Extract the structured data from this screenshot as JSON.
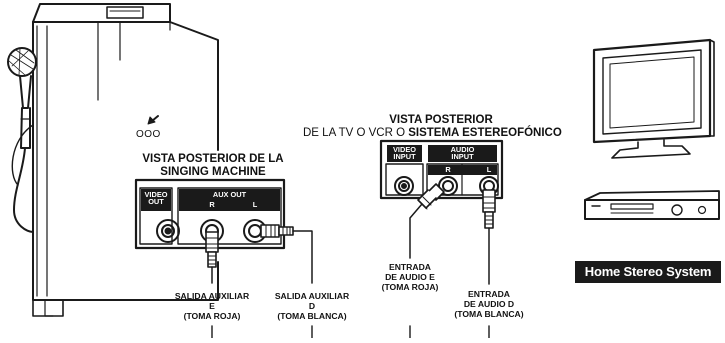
{
  "machine": {
    "title_line1": "VISTA POSTERIOR DE LA",
    "title_line2": "SINGING MACHINE",
    "ports_glyph": "OOO",
    "panel": {
      "video_out_line1": "VIDEO",
      "video_out_line2": "OUT",
      "aux_out": "AUX OUT",
      "right": "R",
      "left": "L"
    }
  },
  "tv": {
    "title_line1": "VISTA POSTERIOR",
    "title_line2_prefix": "DE LA TV O VCR O",
    "title_line2_bold": "SISTEMA ESTEREOFÓNICO",
    "panel": {
      "video_input_line1": "VIDEO",
      "video_input_line2": "INPUT",
      "audio_input_line1": "AUDIO",
      "audio_input_line2": "INPUT",
      "right": "R",
      "left": "L"
    }
  },
  "callouts": {
    "salida_r": [
      "SALIDA AUXILIAR",
      "E",
      "(TOMA ROJA)"
    ],
    "salida_l": [
      "SALIDA AUXILIAR",
      "D",
      "(TOMA BLANCA)"
    ],
    "entrada_r": [
      "ENTRADA",
      "DE AUDIO E",
      "(TOMA ROJA)"
    ],
    "entrada_l": [
      "ENTRADA",
      "DE AUDIO D",
      "(TOMA BLANCA)"
    ]
  },
  "badge": "Home Stereo System",
  "colors": {
    "ink": "#1a1a1a",
    "paper": "#ffffff",
    "grey": "#8a8a8a"
  }
}
